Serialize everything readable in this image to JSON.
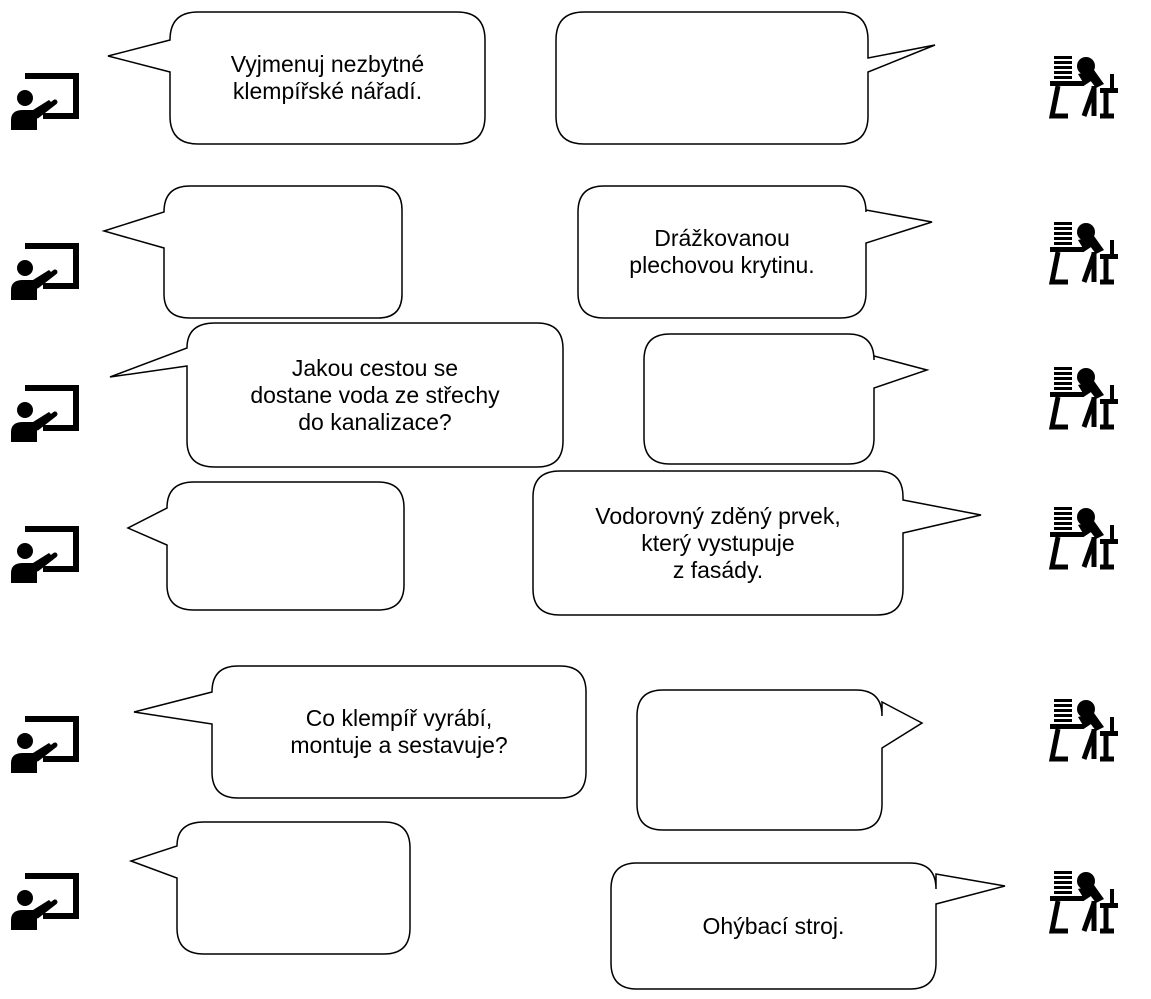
{
  "worksheet": {
    "rows": [
      {
        "teacher_text": "Vyjmenuj nezbytné\nklempířské nářadí.",
        "student_text": ""
      },
      {
        "teacher_text": "",
        "student_text": "Drážkovanou\nplechovou krytinu."
      },
      {
        "teacher_text": "Jakou cestou se\ndostane voda ze střechy\ndo kanalizace?",
        "student_text": ""
      },
      {
        "teacher_text": "",
        "student_text": "Vodorovný zděný prvek,\nkterý vystupuje\nz fasády."
      },
      {
        "teacher_text": "Co klempíř vyrábí,\nmontuje a sestavuje?",
        "student_text": ""
      },
      {
        "teacher_text": "",
        "student_text": "Ohýbací stroj."
      }
    ]
  },
  "icons": {
    "teacher": "teacher-at-board-icon",
    "student": "student-studying-icon"
  },
  "colors": {
    "ink": "#000000",
    "paper": "#ffffff"
  }
}
